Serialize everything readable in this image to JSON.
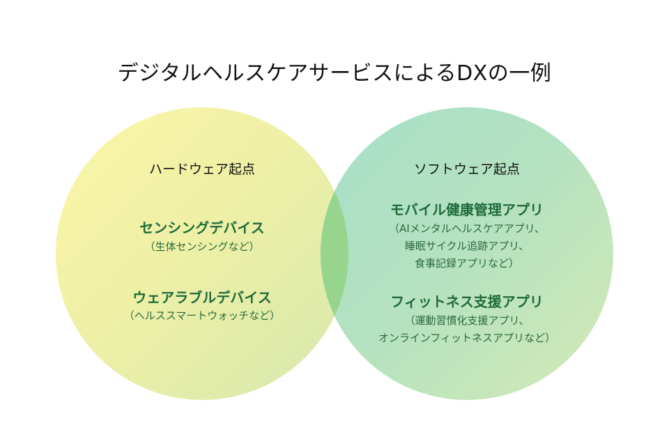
{
  "title": "デジタルヘルスケアサービスによるDXの一例",
  "colors": {
    "left_circle": "#f6f3a8",
    "right_circle": "#b4e2c4",
    "overlap": "#97d58f",
    "item_title": "#1f6b3a",
    "text": "#111111"
  },
  "left": {
    "heading": "ハードウェア起点",
    "items": [
      {
        "title": "センシングデバイス",
        "sub": [
          "（生体センシングなど）"
        ]
      },
      {
        "title": "ウェアラブルデバイス",
        "sub": [
          "（ヘルススマートウォッチなど）"
        ]
      }
    ]
  },
  "right": {
    "heading": "ソフトウェア起点",
    "items": [
      {
        "title": "モバイル健康管理アプリ",
        "sub": [
          "（AIメンタルヘルスケアアプリ、",
          "睡眠サイクル追跡アプリ、",
          "食事記録アプリなど）"
        ]
      },
      {
        "title": "フィットネス支援アプリ",
        "sub": [
          "（運動習慣化支援アプリ、",
          "オンラインフィットネスアプリなど）"
        ]
      }
    ]
  }
}
